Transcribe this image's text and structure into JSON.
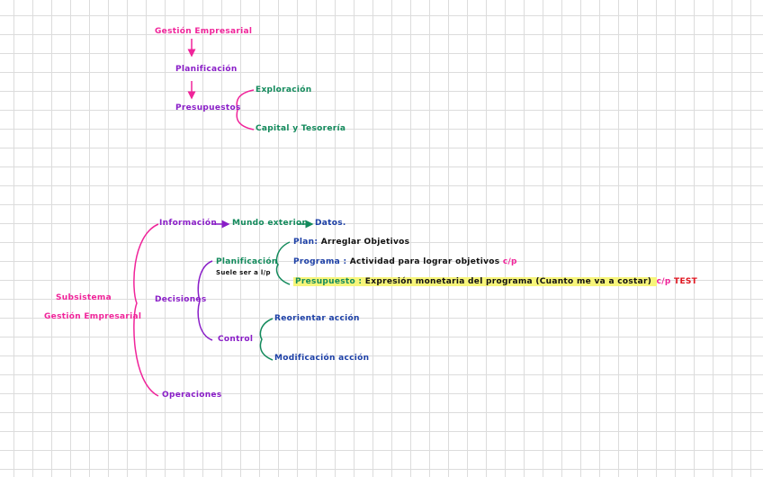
{
  "top": {
    "title": "Gestión Empresarial",
    "planificacion": "Planificación",
    "presupuestos": "Presupuestos",
    "exploracion": "Exploración",
    "capital": "Capital y Tesorería"
  },
  "bottom": {
    "subsistema": "Subsistema",
    "gestion": "Gestión Empresarial",
    "informacion": "Información",
    "mundo": "Mundo exterior",
    "datos": "Datos.",
    "decisiones": "Decisiones",
    "planificacion": "Planificación",
    "planificacion_sub": "Suele ser a l/p",
    "plan_label": "Plan:",
    "plan_text": "Arreglar Objetivos",
    "programa_label": "Programa :",
    "programa_text": "Actividad para lograr objetivos",
    "programa_tag": "c/p",
    "presupuesto_label": "Presupuesto :",
    "presupuesto_text": "Expresión monetaria del programa (Cuanto me va a costar)",
    "presupuesto_tag": "c/p",
    "presupuesto_extra": "TEST",
    "control": "Control",
    "reorientar": "Reorientar acción",
    "modificacion": "Modificación acción",
    "operaciones": "Operaciones"
  },
  "colors": {
    "pink": "#f0249a",
    "purple": "#8a1ec8",
    "green": "#138a5c",
    "navy": "#1c3fa6",
    "black": "#111111",
    "red": "#e0151f",
    "highlight": "#f7f57a"
  }
}
